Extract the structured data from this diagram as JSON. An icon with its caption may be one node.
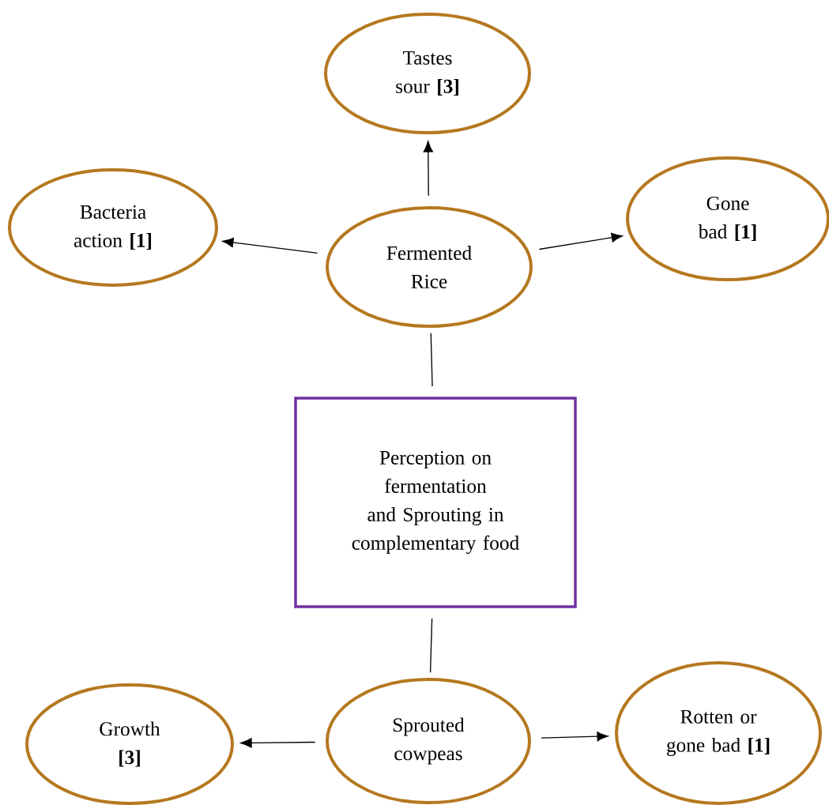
{
  "diagram": {
    "nodes": [
      {
        "text": [
          "Tastes sour **[3]**"
        ]
      },
      {
        "text": [
          "Bacteria action **[1]**"
        ]
      },
      {
        "text": [
          "Fermented Rice"
        ]
      },
      {
        "text": [
          "Gone bad **[1]**"
        ]
      },
      {
        "text": [
          "Perception on fermentation and Sprouting in complementary food"
        ]
      },
      {
        "text": [
          "Growth **[3]**"
        ]
      },
      {
        "text": [
          "Sprouted cowpeas"
        ]
      },
      {
        "text": [
          "Rotten or gone bad **[1]**"
        ]
      }
    ],
    "edges": [
      {
        "from": 2,
        "to": 0,
        "arrow": "to"
      },
      {
        "from": 2,
        "to": 1,
        "arrow": "to"
      },
      {
        "from": 2,
        "to": 3,
        "arrow": "to"
      },
      {
        "from": 4,
        "to": 2,
        "arrow": "none"
      },
      {
        "from": 4,
        "to": 6,
        "arrow": "none"
      },
      {
        "from": 6,
        "to": 5,
        "arrow": "to"
      },
      {
        "from": 6,
        "to": 7,
        "arrow": "to"
      }
    ]
  }
}
